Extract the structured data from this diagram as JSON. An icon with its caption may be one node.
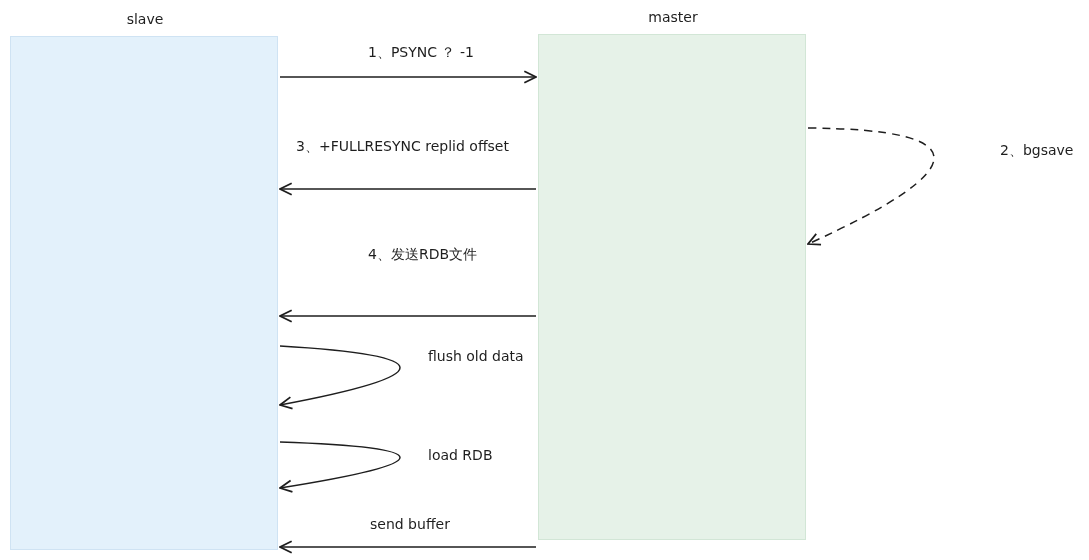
{
  "diagram": {
    "nodes": [
      {
        "text": [
          "slave"
        ]
      },
      {
        "text": [
          "master"
        ]
      }
    ],
    "edges": [
      {
        "from": 0,
        "to": 1,
        "arrow": "to",
        "label": "1、PSYNC ？ -1"
      },
      {
        "from": 1,
        "to": 1,
        "arrow": "to",
        "style": "dashed",
        "label": "2、bgsave"
      },
      {
        "from": 1,
        "to": 0,
        "arrow": "to",
        "label": "3、+FULLRESYNC replid offset"
      },
      {
        "from": 1,
        "to": 0,
        "arrow": "to",
        "label": "4、发送RDB文件"
      },
      {
        "from": 0,
        "to": 0,
        "arrow": "to",
        "label": "flush old data"
      },
      {
        "from": 0,
        "to": 0,
        "arrow": "to",
        "label": "load RDB"
      },
      {
        "from": 1,
        "to": 0,
        "arrow": "to",
        "label": "send buffer"
      }
    ]
  }
}
